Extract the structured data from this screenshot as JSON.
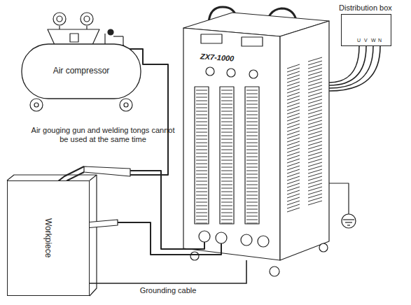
{
  "diagram": {
    "nodes": [
      {
        "text": [
          "Distribution box"
        ]
      },
      {
        "text": [
          "Air compressor"
        ]
      },
      {
        "text": [
          "ZX7-1000"
        ]
      },
      {
        "text": [
          "Workpiece"
        ]
      }
    ],
    "edges": [
      {
        "from": 0,
        "to": 2,
        "arrow": "none"
      },
      {
        "from": 2,
        "to": 3,
        "arrow": "none",
        "label": "Grounding cable"
      }
    ],
    "labels": [
      "U",
      "V",
      "W",
      "N",
      "Air gouging gun and welding tongs cannot be used at the same time"
    ]
  }
}
